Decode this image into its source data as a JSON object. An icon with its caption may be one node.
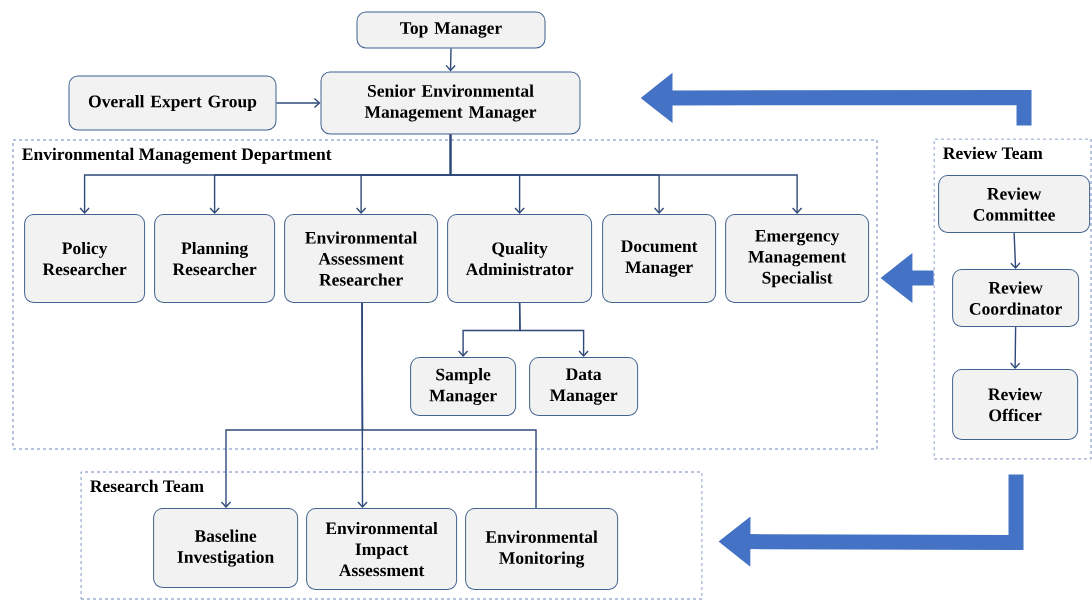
{
  "diagram": {
    "nodes": [
      {
        "text": [
          "Top Manager"
        ]
      },
      {
        "text": [
          "Overall Expert Group"
        ]
      },
      {
        "text": [
          "Senior Environmental Management Manager"
        ]
      },
      {
        "text": [
          "Environmental Management Department"
        ]
      },
      {
        "text": [
          "Policy Researcher"
        ],
        "in": 3
      },
      {
        "text": [
          "Planning Researcher"
        ],
        "in": 3
      },
      {
        "text": [
          "Environmental Assessment Researcher"
        ],
        "in": 3
      },
      {
        "text": [
          "Quality Administrator"
        ],
        "in": 3
      },
      {
        "text": [
          "Document Manager"
        ],
        "in": 3
      },
      {
        "text": [
          "Emergency Management Specialist"
        ],
        "in": 3
      },
      {
        "text": [
          "Sample Manager"
        ],
        "in": 3
      },
      {
        "text": [
          "Data Manager"
        ],
        "in": 3
      },
      {
        "text": [
          "Review Team"
        ]
      },
      {
        "text": [
          "Review Committee"
        ],
        "in": 12
      },
      {
        "text": [
          "Review Coordinator"
        ],
        "in": 12
      },
      {
        "text": [
          "Review Officer"
        ],
        "in": 12
      },
      {
        "text": [
          "Research Team"
        ]
      },
      {
        "text": [
          "Baseline Investigation"
        ],
        "in": 16
      },
      {
        "text": [
          "Environmental Impact Assessment"
        ],
        "in": 16
      },
      {
        "text": [
          "Environmental Monitoring"
        ],
        "in": 16
      }
    ],
    "edges": [
      {
        "from": 0,
        "to": 2,
        "arrow": "to"
      },
      {
        "from": 1,
        "to": 2,
        "arrow": "to"
      },
      {
        "from": 2,
        "to": 4,
        "arrow": "to"
      },
      {
        "from": 2,
        "to": 5,
        "arrow": "to"
      },
      {
        "from": 2,
        "to": 6,
        "arrow": "to"
      },
      {
        "from": 2,
        "to": 7,
        "arrow": "to"
      },
      {
        "from": 2,
        "to": 8,
        "arrow": "to"
      },
      {
        "from": 2,
        "to": 9,
        "arrow": "to"
      },
      {
        "from": 7,
        "to": 10,
        "arrow": "to"
      },
      {
        "from": 7,
        "to": 11,
        "arrow": "to"
      },
      {
        "from": 6,
        "to": 17,
        "arrow": "to"
      },
      {
        "from": 6,
        "to": 18,
        "arrow": "to"
      },
      {
        "from": 6,
        "to": 19,
        "arrow": "none"
      },
      {
        "from": 13,
        "to": 14,
        "arrow": "to"
      },
      {
        "from": 14,
        "to": 15,
        "arrow": "to"
      },
      {
        "from": 12,
        "to": 2,
        "arrow": "to",
        "style": "thick",
        "color": "#4472c4"
      },
      {
        "from": 12,
        "to": 3,
        "arrow": "to",
        "style": "thick",
        "color": "#4472c4"
      },
      {
        "from": 12,
        "to": 16,
        "arrow": "to",
        "style": "thick",
        "color": "#4472c4"
      }
    ]
  }
}
